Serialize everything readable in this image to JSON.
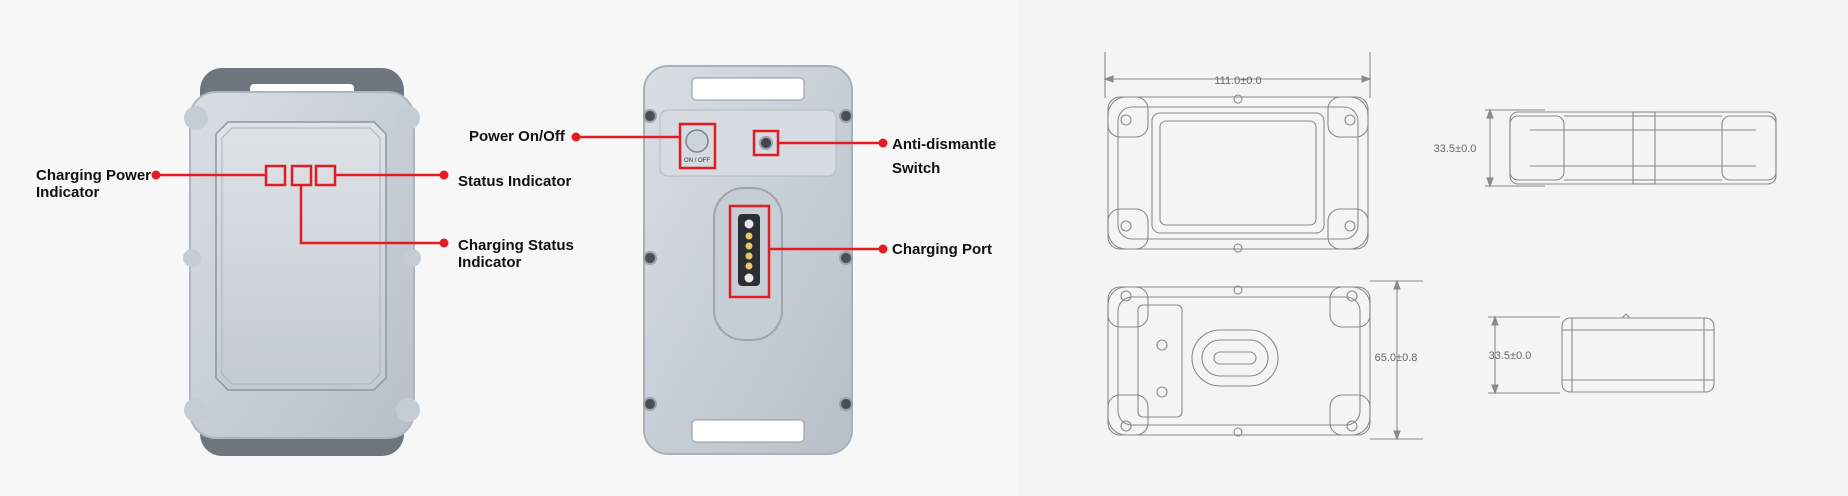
{
  "callouts": {
    "charging_power": [
      "Charging Power",
      "Indicator"
    ],
    "status_indicator": "Status Indicator",
    "charging_status": [
      "Charging Status",
      "Indicator"
    ],
    "power_onoff": "Power On/Off",
    "anti_dismantle": [
      "Anti-dismantle",
      "Switch"
    ],
    "charging_port": "Charging Port"
  },
  "button_text": "ON / OFF",
  "dimensions": {
    "width": "111.0±0.0",
    "height": "65.0±0.8",
    "depth_top": "33.5±0.0",
    "depth_bottom": "33.5±0.0"
  },
  "colors": {
    "callout": "#e31b23",
    "device": "#c9cfd6",
    "drawing_line": "#8a8a8a"
  }
}
